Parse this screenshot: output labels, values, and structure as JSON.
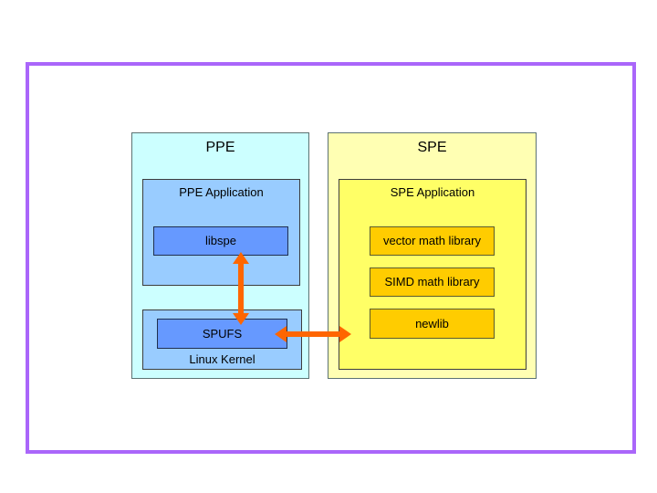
{
  "colors": {
    "frame": "#aa66fa",
    "ppe-outer": "#ccffff",
    "ppe-inner": "#99ccff",
    "node-blue": "#6699ff",
    "spe-outer": "#ffffb3",
    "spe-inner": "#ffff66",
    "node-orange": "#ffcc00",
    "arrow": "#ff6600"
  },
  "diagram": {
    "ppe": {
      "title": "PPE",
      "application": {
        "title": "PPE Application",
        "node": "libspe"
      },
      "kernel": {
        "title": "Linux Kernel",
        "node": "SPUFS"
      }
    },
    "spe": {
      "title": "SPE",
      "application": {
        "title": "SPE Application",
        "nodes": [
          "vector math library",
          "SIMD math library",
          "newlib"
        ]
      }
    },
    "arrows": [
      {
        "from": "libspe",
        "to": "SPUFS",
        "direction": "bidirectional"
      },
      {
        "from": "SPUFS",
        "to": "SPE Application",
        "direction": "bidirectional"
      }
    ]
  }
}
